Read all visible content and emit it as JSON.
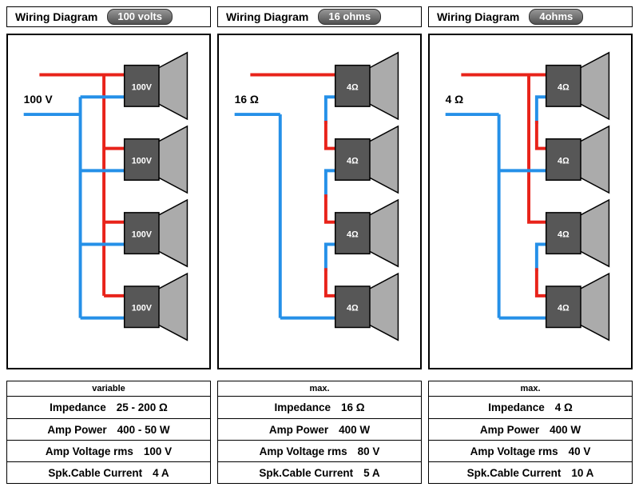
{
  "colors": {
    "wire_red": "#e8231a",
    "wire_blue": "#2590e8",
    "speaker_body": "#575757",
    "speaker_horn": "#ababab",
    "badge_bg": "#6d6d6d"
  },
  "columns": [
    {
      "header": {
        "title": "Wiring Diagram",
        "badge": "100 volts"
      },
      "diagram": {
        "wiring": "parallel",
        "source_label": "100 V",
        "speaker_label": "100V",
        "speaker_count": 4
      },
      "table": {
        "header": "variable",
        "rows": [
          {
            "label": "Impedance",
            "value": "25 - 200 Ω"
          },
          {
            "label": "Amp Power",
            "value": "400 - 50 W"
          },
          {
            "label": "Amp Voltage rms",
            "value": "100 V"
          },
          {
            "label": "Spk.Cable Current",
            "value": "4 A"
          }
        ]
      }
    },
    {
      "header": {
        "title": "Wiring Diagram",
        "badge": "16 ohms"
      },
      "diagram": {
        "wiring": "series",
        "source_label": "16 Ω",
        "speaker_label": "4Ω",
        "speaker_count": 4
      },
      "table": {
        "header": "max.",
        "rows": [
          {
            "label": "Impedance",
            "value": "16 Ω"
          },
          {
            "label": "Amp Power",
            "value": "400 W"
          },
          {
            "label": "Amp Voltage rms",
            "value": "80 V"
          },
          {
            "label": "Spk.Cable Current",
            "value": "5 A"
          }
        ]
      }
    },
    {
      "header": {
        "title": "Wiring Diagram",
        "badge": "4ohms"
      },
      "diagram": {
        "wiring": "series-parallel",
        "source_label": "4 Ω",
        "speaker_label": "4Ω",
        "speaker_count": 4
      },
      "table": {
        "header": "max.",
        "rows": [
          {
            "label": "Impedance",
            "value": "4 Ω"
          },
          {
            "label": "Amp Power",
            "value": "400 W"
          },
          {
            "label": "Amp Voltage rms",
            "value": "40 V"
          },
          {
            "label": "Spk.Cable Current",
            "value": "10 A"
          }
        ]
      }
    }
  ]
}
